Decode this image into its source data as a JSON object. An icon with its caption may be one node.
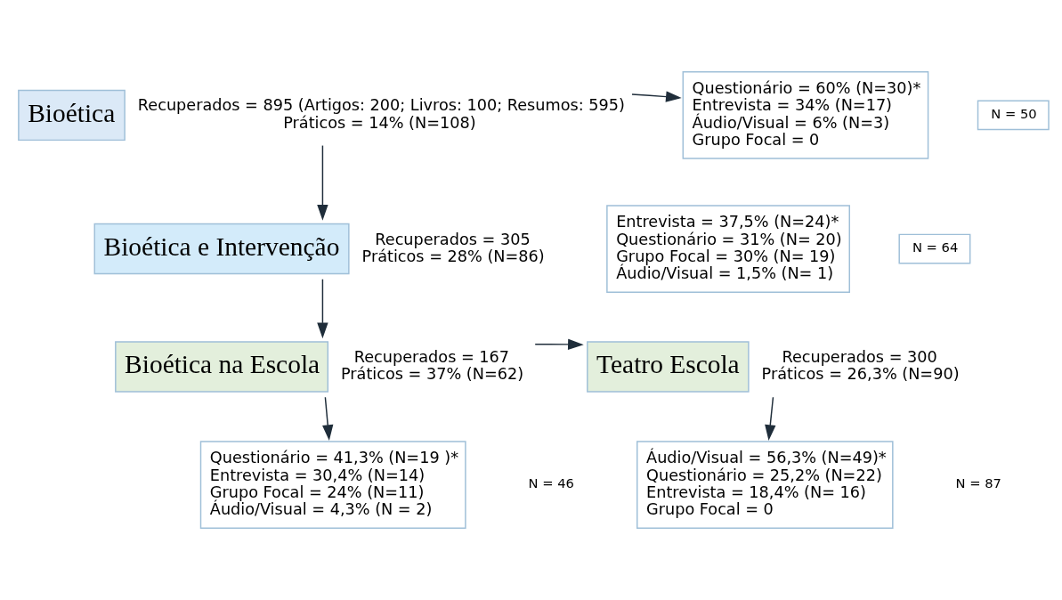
{
  "diagram": {
    "nodes": [
      {
        "text": [
          "Bioética"
        ],
        "beside": [
          "Recuperados = 895 (Artigos: 200; Livros: 100; Resumos: 595)",
          "Práticos = 14% (N=108)"
        ]
      },
      {
        "text": [
          "Questionário = 60% (N=30)*",
          "Entrevista = 34% (N=17)",
          "Áudio/Visual = 6% (N=3)",
          "Grupo Focal = 0"
        ]
      },
      {
        "text": [
          "N = 50"
        ]
      },
      {
        "text": [
          "Bioética e Intervenção"
        ],
        "beside": [
          "Recuperados = 305",
          "Práticos = 28% (N=86)"
        ]
      },
      {
        "text": [
          "Entrevista = 37,5% (N=24)*",
          "Questionário = 31% (N= 20)",
          "Grupo Focal = 30% (N= 19)",
          "Áudio/Visual = 1,5% (N= 1)"
        ]
      },
      {
        "text": [
          "N = 64"
        ]
      },
      {
        "text": [
          "Bioética na Escola"
        ],
        "beside": [
          "Recuperados = 167",
          "Práticos = 37% (N=62)"
        ]
      },
      {
        "text": [
          "Teatro Escola"
        ],
        "beside": [
          "Recuperados = 300",
          "Práticos = 26,3% (N=90)"
        ]
      },
      {
        "text": [
          "Questionário = 41,3% (N=19 )*",
          "Entrevista = 30,4% (N=14)",
          "Grupo Focal = 24% (N=11)",
          "Áudio/Visual = 4,3% (N = 2)"
        ]
      },
      {
        "text": [
          "Áudio/Visual = 56,3% (N=49)*",
          "Questionário = 25,2% (N=22)",
          "Entrevista = 18,4% (N= 16)",
          "Grupo Focal = 0"
        ]
      }
    ],
    "edges": [
      {
        "from": 0,
        "to": 3,
        "arrow": "to"
      },
      {
        "from": 0,
        "to": 1,
        "arrow": "to"
      },
      {
        "from": 3,
        "to": 6,
        "arrow": "to"
      },
      {
        "from": 6,
        "to": 7,
        "arrow": "to"
      },
      {
        "from": 6,
        "to": 8,
        "arrow": "to"
      },
      {
        "from": 7,
        "to": 9,
        "arrow": "to"
      }
    ],
    "labels": [
      "N = 46",
      "N = 87"
    ]
  }
}
